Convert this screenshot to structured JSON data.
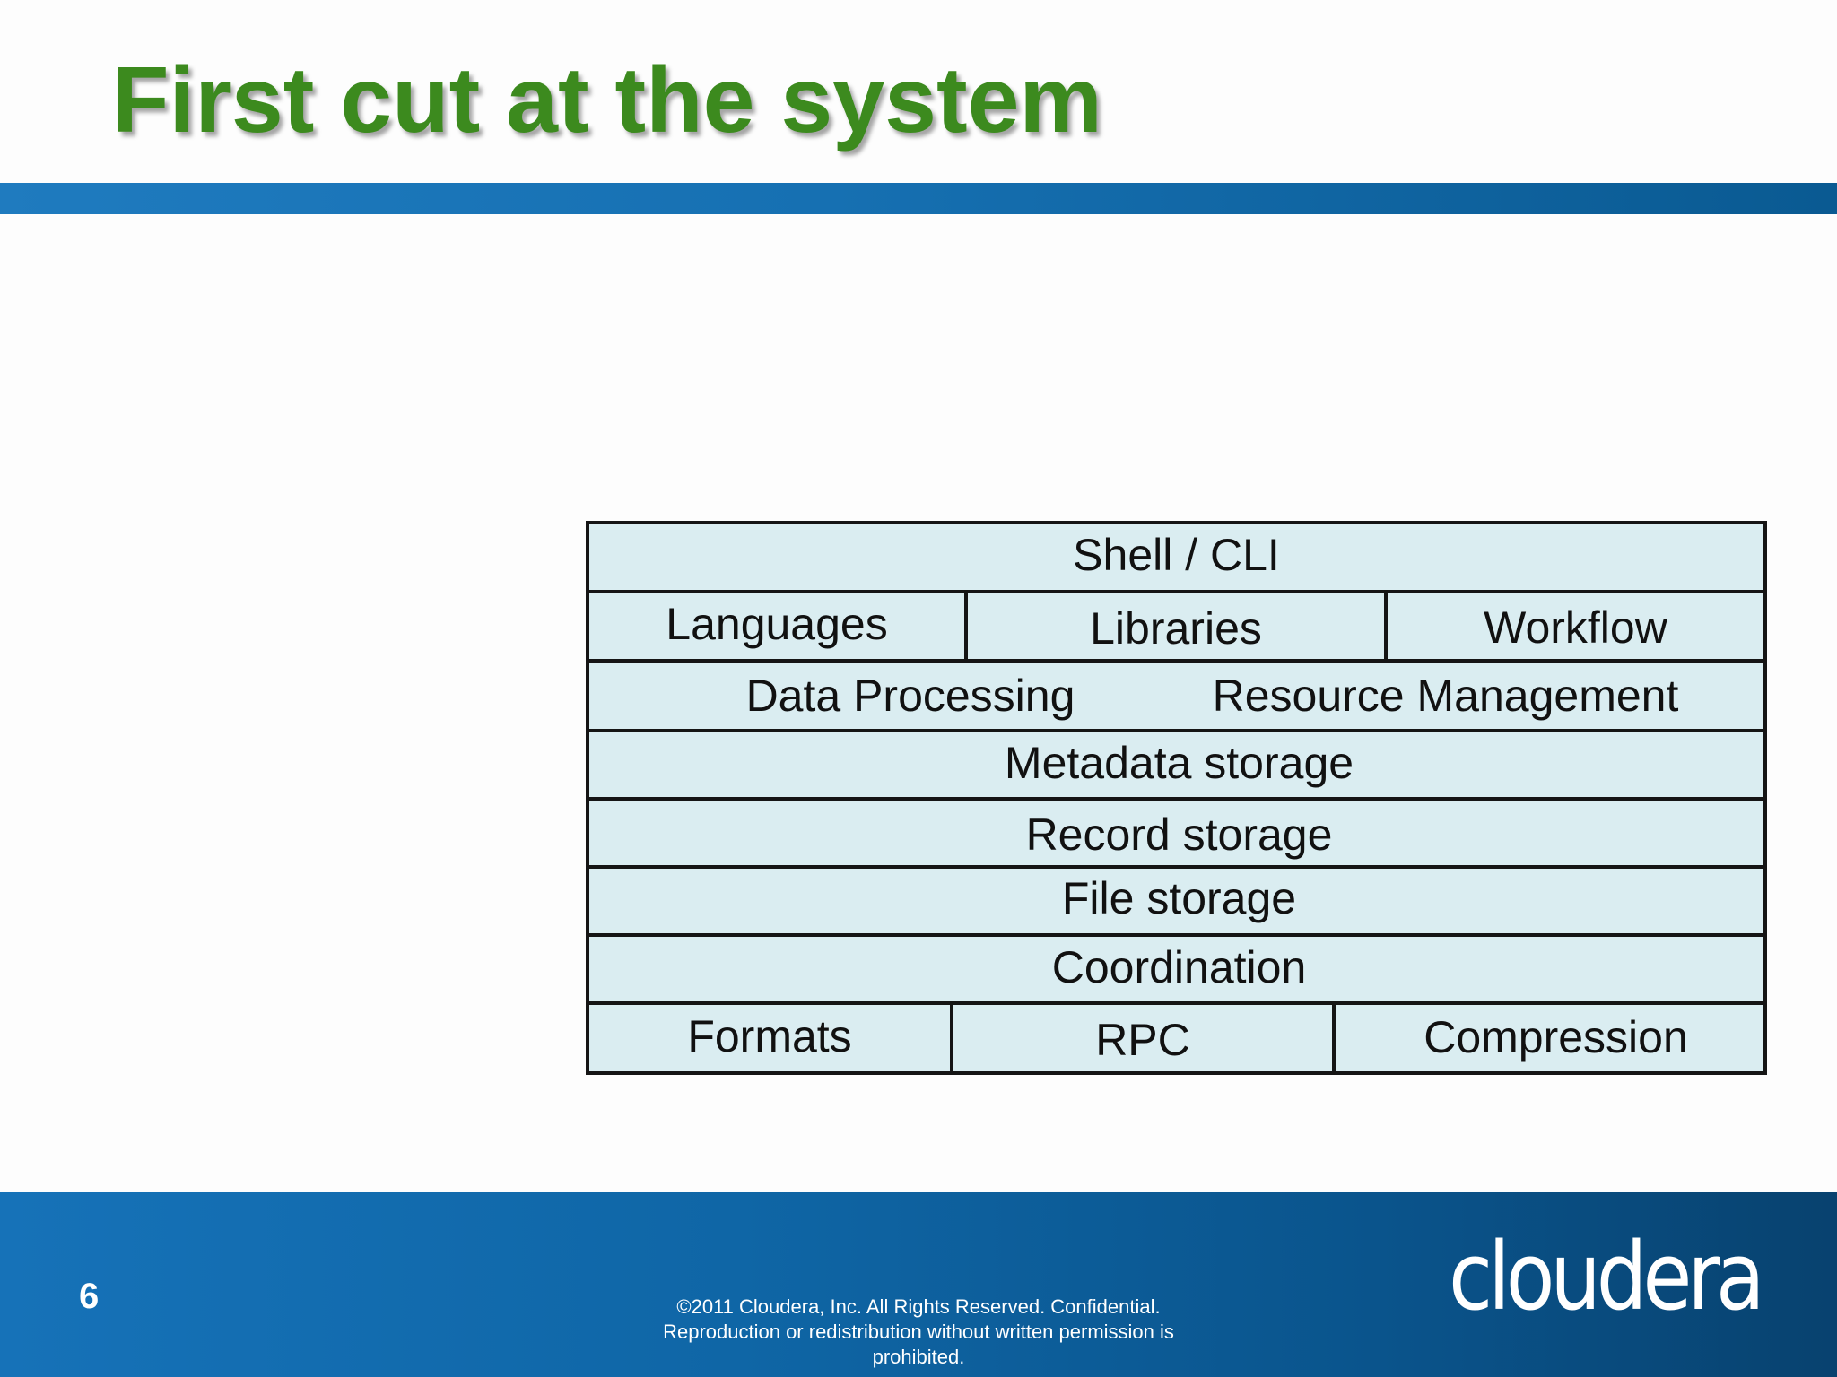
{
  "slide": {
    "title": "First cut at the system",
    "page_number": "6",
    "copyright_lines": [
      "©2011 Cloudera, Inc. All Rights Reserved. Confidential.",
      "Reproduction or redistribution without written permission is",
      "prohibited."
    ],
    "logo_text": "cloudera"
  },
  "colors": {
    "title": "#3c8a1e",
    "title_rule": "#1670b2",
    "layer_fill": "#daedf1",
    "layer_border": "#151515",
    "footer": "#0f66a6"
  },
  "stack": {
    "layers": [
      {
        "cells": [
          "Shell / CLI"
        ]
      },
      {
        "cells": [
          "Languages",
          "Libraries",
          "Workflow"
        ]
      },
      {
        "cells": [
          "Data Processing",
          "Resource Management"
        ]
      },
      {
        "cells": [
          "Metadata storage"
        ]
      },
      {
        "cells": [
          "Record storage"
        ]
      },
      {
        "cells": [
          "File storage"
        ]
      },
      {
        "cells": [
          "Coordination"
        ]
      },
      {
        "cells": [
          "Formats",
          "RPC",
          "Compression"
        ]
      }
    ]
  }
}
